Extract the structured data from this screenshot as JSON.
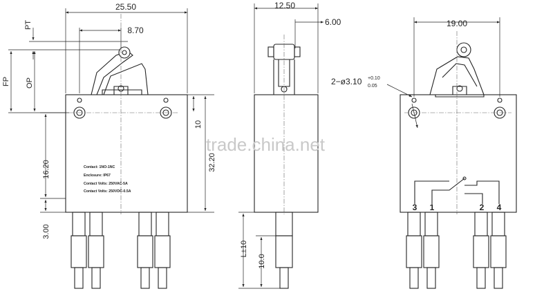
{
  "dimensions": {
    "width_total": "25.50",
    "lever_offset": "8.70",
    "side_width": "12.50",
    "side_lever": "6.00",
    "back_width": "19.00",
    "hole_spec_prefix": "2−ø3.10",
    "hole_tol_plus": "+0.10",
    "hole_tol_minus": "0.05",
    "pt": "PT",
    "fp": "FP",
    "op": "OP",
    "height_body": "32.20",
    "hole_height": "16.20",
    "mount_gap": "3.00",
    "terminal_tol": "L±10",
    "terminal_len": "10.0",
    "small_mark": "10"
  },
  "label_plate": {
    "line1": "Contact: 1NO-1NC",
    "line2": "Enclosure: IP67",
    "line3": "Contact Volts: 250VAC-5A",
    "line4": "Contact Volts: 250VDC-0.5A"
  },
  "pins": [
    "3",
    "1",
    "2",
    "4"
  ],
  "watermark": "trade.china.net"
}
